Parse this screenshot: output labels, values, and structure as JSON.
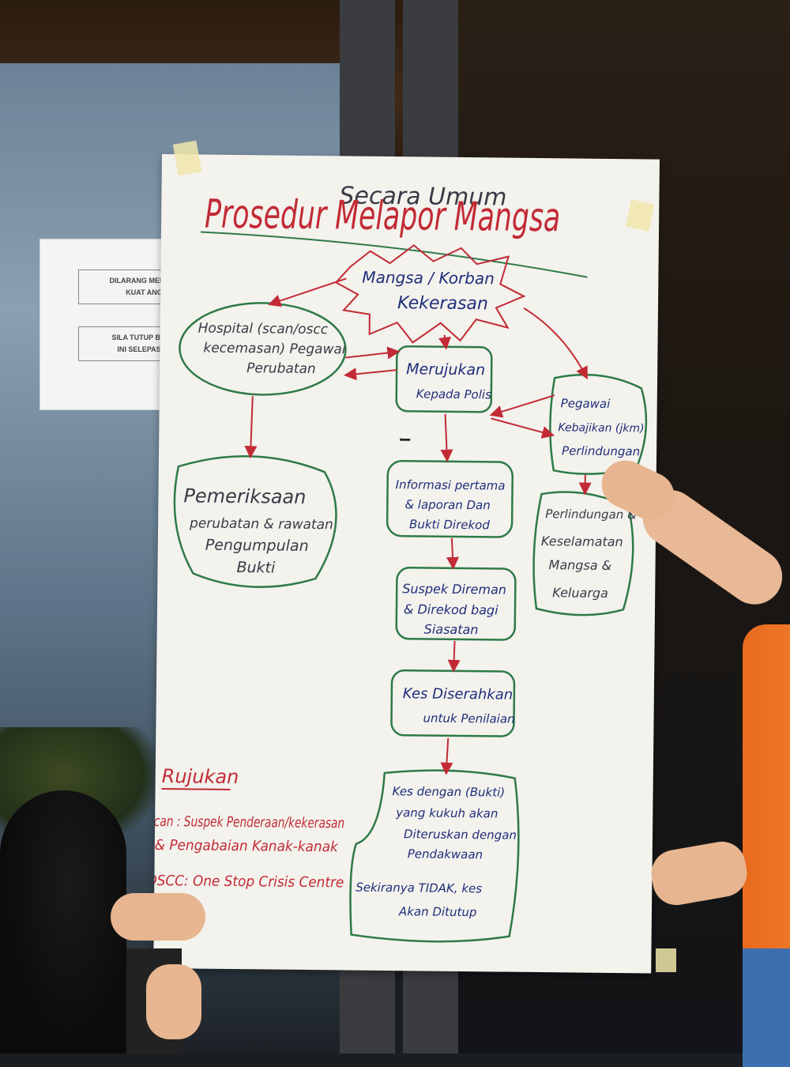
{
  "notice": {
    "line1": "DILARANG MEMBUKA",
    "line2": "KUAT ANGIN",
    "line3": "SILA TUTUP BALIK P",
    "line4": "INI SELEPAS BUK"
  },
  "poster": {
    "subtitle": "Secara Umum",
    "title": "Prosedur Melapor Mangsa",
    "nodes": {
      "victim": [
        "Mangsa / Korban",
        "Kekerasan"
      ],
      "hospital": [
        "Hospital (scan/oscc",
        "kecemasan) Pegawai",
        "Perubatan"
      ],
      "police": [
        "Merujukan",
        "Kepada Polis"
      ],
      "welfare": [
        "Pegawai",
        "Kebajikan (jkm)",
        "Perlindungan"
      ],
      "medical": [
        "Pemeriksaan",
        "perubatan & rawatan",
        "Pengumpulan",
        "Bukti"
      ],
      "info": [
        "Informasi pertama",
        "& laporan Dan",
        "Bukti Direkod"
      ],
      "protection": [
        "Perlindungan &",
        "Keselamatan",
        "Mangsa &",
        "Keluarga"
      ],
      "suspect": [
        "Suspek Direman",
        "& Direkod bagi",
        "Siasatan"
      ],
      "case": [
        "Kes Diserahkan",
        "untuk Penilaian"
      ],
      "prosecute": [
        "Kes dengan (Bukti)",
        "yang kukuh akan",
        "Diteruskan dengan",
        "Pendakwaan"
      ],
      "closed": [
        "Sekiranya TIDAK, kes",
        "Akan Ditutup"
      ]
    },
    "referral": {
      "heading": "Rujukan",
      "scan": [
        "Scan : Suspek Penderaan/kekerasan",
        "& Pengabaian Kanak-kanak"
      ],
      "oscc": "OSCC: One Stop Crisis Centre"
    }
  },
  "colors": {
    "marker_red": "#c22a35",
    "marker_blue": "#1f2d7a",
    "marker_green": "#2f7a48",
    "paper": "#f3f2ed"
  }
}
